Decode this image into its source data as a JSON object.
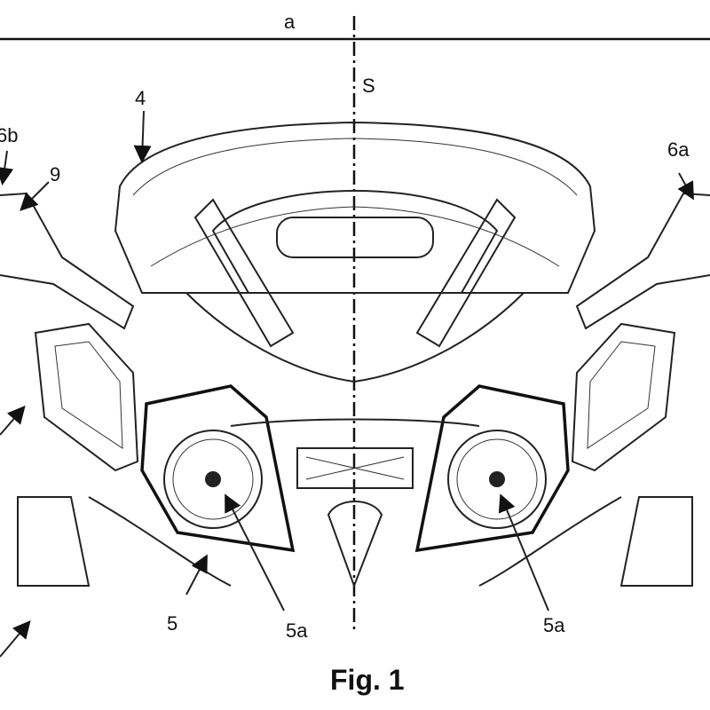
{
  "figure": {
    "caption": "Fig. 1",
    "labels": {
      "width": "a",
      "symmetry_axis": "S",
      "windshield": "4",
      "mirror_left": "6b",
      "mirror_right": "6a",
      "mirror_housing": "9",
      "headlight_unit": "5",
      "headlight_left": "5a",
      "headlight_right": "5a"
    }
  }
}
